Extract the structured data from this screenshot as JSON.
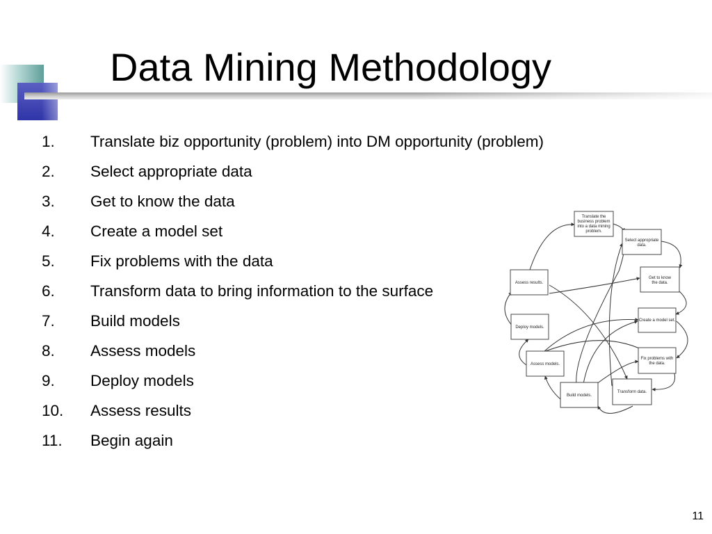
{
  "slide": {
    "title": "Data Mining Methodology",
    "page_number": "11"
  },
  "steps": [
    {
      "num": "1.",
      "text": "Translate biz opportunity (problem) into DM opportunity (problem)"
    },
    {
      "num": "2.",
      "text": "Select appropriate data"
    },
    {
      "num": "3.",
      "text": "Get to know the data"
    },
    {
      "num": "4.",
      "text": "Create a model set"
    },
    {
      "num": "5.",
      "text": "Fix problems with the data"
    },
    {
      "num": "6.",
      "text": "Transform data to bring information to the surface"
    },
    {
      "num": "7.",
      "text": "Build models"
    },
    {
      "num": "8.",
      "text": "Assess models"
    },
    {
      "num": "9.",
      "text": "Deploy models"
    },
    {
      "num": "10.",
      "text": "Assess results"
    },
    {
      "num": "11.",
      "text": "Begin again"
    }
  ],
  "diagram": {
    "translate": [
      "Translate the",
      "business problem",
      "into a data mining",
      "problem."
    ],
    "select": [
      "Select appropriate",
      "data."
    ],
    "know": [
      "Get to know",
      "the data."
    ],
    "model_set": "Create a model set.",
    "fix": [
      "Fix problems with",
      "the data."
    ],
    "transform": "Transform data.",
    "build": "Build models.",
    "assess_models": "Assess models.",
    "deploy": "Deploy models.",
    "assess_results": "Assess results."
  }
}
